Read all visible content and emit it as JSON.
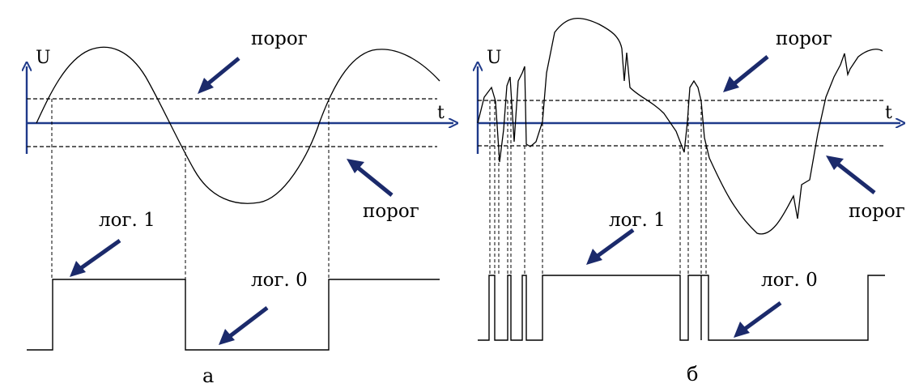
{
  "panel_a": {
    "axis_u": "U",
    "axis_t": "t",
    "threshold_upper": "порог",
    "threshold_lower": "порог",
    "log1": "лог. 1",
    "log0": "лог. 0",
    "caption": "а"
  },
  "panel_b": {
    "axis_u": "U",
    "axis_t": "t",
    "threshold_upper": "порог",
    "threshold_lower": "порог",
    "log1": "лог. 1",
    "log0": "лог. 0",
    "caption": "б"
  },
  "colors": {
    "axis": "#1f3a8a",
    "arrow": "#1b2a6b",
    "line": "#000000"
  }
}
